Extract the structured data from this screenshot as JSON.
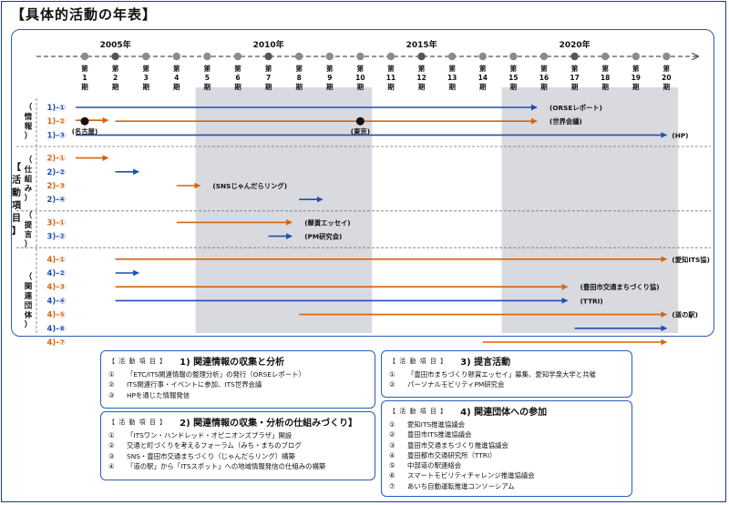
{
  "page_title": "【具体的活動の年表】",
  "timeline": {
    "year_labels": [
      "2005年",
      "2010年",
      "2015年",
      "2020年"
    ],
    "periods": [
      {
        "top": "第",
        "num": "1",
        "bottom": "期"
      },
      {
        "top": "第",
        "num": "2",
        "bottom": "期"
      },
      {
        "top": "第",
        "num": "3",
        "bottom": "期"
      },
      {
        "top": "第",
        "num": "4",
        "bottom": "期"
      },
      {
        "top": "第",
        "num": "5",
        "bottom": "期"
      },
      {
        "top": "第",
        "num": "6",
        "bottom": "期"
      },
      {
        "top": "第",
        "num": "7",
        "bottom": "期"
      },
      {
        "top": "第",
        "num": "8",
        "bottom": "期"
      },
      {
        "top": "第",
        "num": "9",
        "bottom": "期"
      },
      {
        "top": "第",
        "num": "10",
        "bottom": "期"
      },
      {
        "top": "第",
        "num": "11",
        "bottom": "期"
      },
      {
        "top": "第",
        "num": "12",
        "bottom": "期"
      },
      {
        "top": "第",
        "num": "13",
        "bottom": "期"
      },
      {
        "top": "第",
        "num": "14",
        "bottom": "期"
      },
      {
        "top": "第",
        "num": "15",
        "bottom": "期"
      },
      {
        "top": "第",
        "num": "16",
        "bottom": "期"
      },
      {
        "top": "第",
        "num": "17",
        "bottom": "期"
      },
      {
        "top": "第",
        "num": "18",
        "bottom": "期"
      },
      {
        "top": "第",
        "num": "19",
        "bottom": "期"
      },
      {
        "top": "第",
        "num": "20",
        "bottom": "期"
      }
    ],
    "vertical_title": "【活動項目】",
    "groups": [
      {
        "label": "（情報）",
        "items": [
          {
            "id": "1)-①",
            "start": 1,
            "end": 16,
            "color": "blue",
            "label": "(ORSEレポート)"
          },
          {
            "id": "1)-②",
            "start": 2,
            "end": 16,
            "color": "orange",
            "label": "(世界会議)",
            "extra": {
              "start": 1,
              "end": 2,
              "color": "orange"
            }
          },
          {
            "id": "1)-③",
            "start": 1,
            "end": 20,
            "color": "blue",
            "label": "(HP)"
          }
        ]
      },
      {
        "label": "（仕組み）",
        "items": [
          {
            "id": "2)-①",
            "start": 1,
            "end": 2,
            "color": "orange",
            "label": ""
          },
          {
            "id": "2)-②",
            "start": 2,
            "end": 3,
            "color": "blue",
            "label": ""
          },
          {
            "id": "2)-③",
            "start": 4,
            "end": 5,
            "color": "orange",
            "label": "(SNSじゃんだらリング)"
          },
          {
            "id": "2)-④",
            "start": 8,
            "end": 9,
            "color": "blue",
            "label": ""
          }
        ]
      },
      {
        "label": "（提言）",
        "items": [
          {
            "id": "3)-①",
            "start": 4,
            "end": 8,
            "color": "orange",
            "label": "(懸賞エッセイ)"
          },
          {
            "id": "3)-②",
            "start": 7,
            "end": 8,
            "color": "blue",
            "label": "(PM研究会)"
          }
        ]
      },
      {
        "label": "（関連団体）",
        "items": [
          {
            "id": "4)-①",
            "start": 2,
            "end": 20,
            "color": "orange",
            "label": "(愛知ITS協)"
          },
          {
            "id": "4)-②",
            "start": 2,
            "end": 3,
            "color": "blue",
            "label": ""
          },
          {
            "id": "4)-③",
            "start": 2,
            "end": 17,
            "color": "orange",
            "label": "(豊田市交通まちづくり協)"
          },
          {
            "id": "4)-④",
            "start": 2,
            "end": 17,
            "color": "blue",
            "label": "(TTRI)"
          },
          {
            "id": "4)-⑤",
            "start": 8,
            "end": 20,
            "color": "orange",
            "label": "(道の駅)"
          },
          {
            "id": "4)-⑥",
            "start": 17,
            "end": 20,
            "color": "blue",
            "label": ""
          },
          {
            "id": "4)-⑦",
            "start": 14,
            "end": 20,
            "color": "orange",
            "label": ""
          }
        ]
      }
    ],
    "markers": [
      {
        "row": "1)-②",
        "period": 1,
        "label": "(名古屋)"
      },
      {
        "row": "1)-②",
        "period": 10,
        "label": "(東京)"
      }
    ],
    "shaded_periods": [
      [
        5,
        10
      ],
      [
        15,
        20
      ]
    ],
    "colors": {
      "blue": "#1f4fb3",
      "orange": "#d4650f",
      "shade": "#d9dadf",
      "axis": "#555555",
      "period_dot": "#8c8c8c",
      "year_dot": "#555555"
    }
  },
  "legend_boxes": [
    {
      "tag": "【 活 動 項 目 】",
      "title": "1) 関連情報の収集と分析",
      "items": [
        {
          "num": "①",
          "text": "「ETC/ITS関連情報の整理分析」の発行（ORSEレポート）"
        },
        {
          "num": "②",
          "text": "ITS関連行事・イベントに参加、ITS世界会議"
        },
        {
          "num": "③",
          "text": "HPを通じた情報発信"
        }
      ]
    },
    {
      "tag": "【 活 動 項 目 】",
      "title": "2) 関連情報の収集・分析の仕組みづくり】",
      "items": [
        {
          "num": "①",
          "text": "「ITSワン・ハンドレッド・オピニオンズプラザ」開設"
        },
        {
          "num": "②",
          "text": "交通と町づくりを考えるフォーラム（みち・まちのブログ"
        },
        {
          "num": "③",
          "text": "SNS・豊田市交通まちづくり（じゃんだらリング）構築"
        },
        {
          "num": "④",
          "text": "「道の駅」から「ITSスポット」への地域情報発信の仕組みの構築"
        }
      ]
    },
    {
      "tag": "【 活 動 項 目 】",
      "title": "3) 提言活動",
      "items": [
        {
          "num": "①",
          "text": "「豊田市まちづくり懸賞エッセイ」募集、愛知学泉大学と共催"
        },
        {
          "num": "②",
          "text": "パーソナルモビリティPM研究会"
        }
      ]
    },
    {
      "tag": "【 活 動 項 目 】",
      "title": "4) 関連団体への参加",
      "items": [
        {
          "num": "①",
          "text": "愛知ITS推進協議会"
        },
        {
          "num": "②",
          "text": "豊田市ITS推進協議会"
        },
        {
          "num": "③",
          "text": "豊田市交通まちづくり推進協議会"
        },
        {
          "num": "④",
          "text": "豊田都市交通研究所（TTRI）"
        },
        {
          "num": "⑤",
          "text": "中部道の駅連絡会"
        },
        {
          "num": "⑥",
          "text": "スマートモビリティチャレンジ推進協議会"
        },
        {
          "num": "⑦",
          "text": "あいち自動運転推進コンソーシアム"
        }
      ]
    }
  ]
}
